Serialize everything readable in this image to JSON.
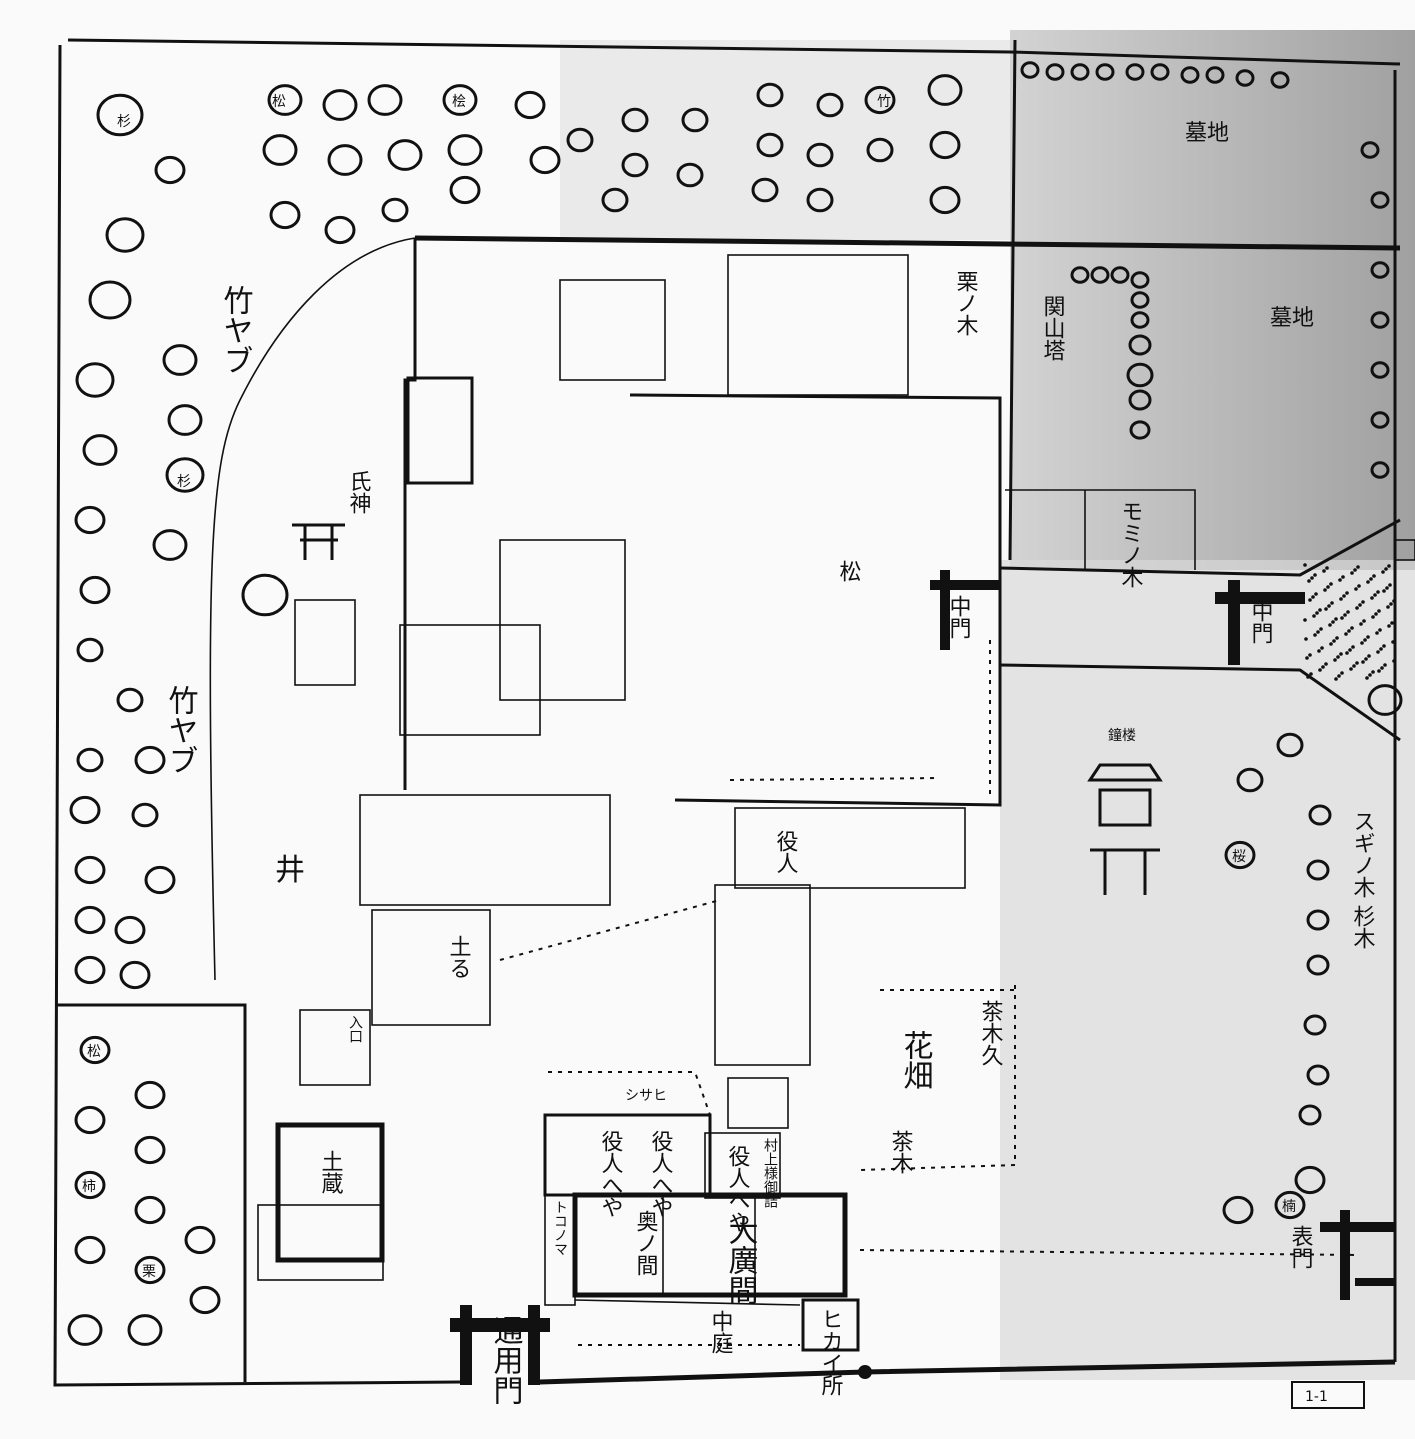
{
  "map": {
    "gates": {
      "main_gate": "通用門",
      "middle_gate": "中門",
      "inner_gate": "中門",
      "right_gate": "表門"
    },
    "buildings": {
      "grand_hall": "大廣間",
      "inner_room": "奥ノ間",
      "officials_room_1": "役人へや",
      "officials_room_2": "役人へや",
      "officials_room_3": "役人へや",
      "courtyard": "中庭",
      "storehouse": "土蔵",
      "storehouse_2": "土る",
      "kitchen": "ヒカイ所",
      "officials_hall": "役人",
      "shrine_tower": "鐘楼",
      "sekizan_temple": "関山塔",
      "tokonoma": "トコノマ",
      "murakami": "村上様御詰",
      "shihi": "シサヒ",
      "entrance": "入口"
    },
    "areas": {
      "bamboo_grove_1": "竹ヤブ",
      "bamboo_grove_2": "竹ヤブ",
      "flower_field": "花畑",
      "tea_trees": "茶木久",
      "tea_trees_2": "茶木",
      "cedar_trees": "スギノ木 杉木",
      "chestnut_tree": "栗ノ木",
      "cemetery_1": "墓地",
      "cemetery_2": "墓地",
      "fir_trees": "モミノ木",
      "shrine": "氏神",
      "well": "井",
      "pine": "松"
    },
    "tree_labels": [
      "杉",
      "松",
      "桧",
      "竹",
      "杉",
      "松",
      "柿",
      "栗",
      "桜",
      "楠"
    ],
    "stamp": "1-1"
  }
}
